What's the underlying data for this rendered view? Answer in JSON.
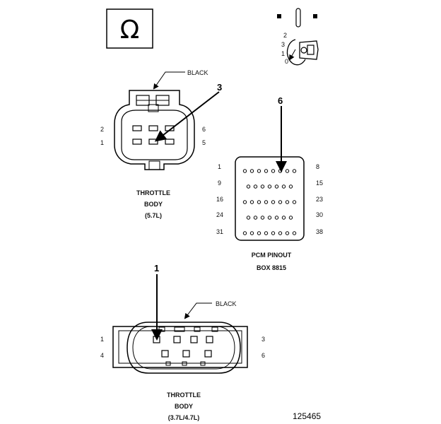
{
  "ohm_symbol": "Ω",
  "top_connector": {
    "wire_label": "BLACK",
    "callout": "3",
    "pins": {
      "tl": "2",
      "bl": "1",
      "tr": "6",
      "br": "5"
    },
    "caption": [
      "THROTTLE",
      "BODY",
      "(5.7L)"
    ]
  },
  "pcm": {
    "callout": "6",
    "pins": {
      "left": [
        "1",
        "9",
        "16",
        "24",
        "31"
      ],
      "right": [
        "8",
        "15",
        "23",
        "30",
        "38"
      ]
    },
    "caption": [
      "PCM PINOUT",
      "BOX 8815"
    ]
  },
  "bottom_connector": {
    "wire_label": "BLACK",
    "callout": "1",
    "pins": {
      "tl": "1",
      "bl": "4",
      "tr": "3",
      "br": "6"
    },
    "caption": [
      "THROTTLE",
      "BODY",
      "(3.7L/4.7L)"
    ]
  },
  "figure_number": "125465",
  "key_positions": [
    "2",
    "3",
    "1",
    "0"
  ],
  "icons": [
    "ohmmeter-icon",
    "ignition-key-icon"
  ]
}
